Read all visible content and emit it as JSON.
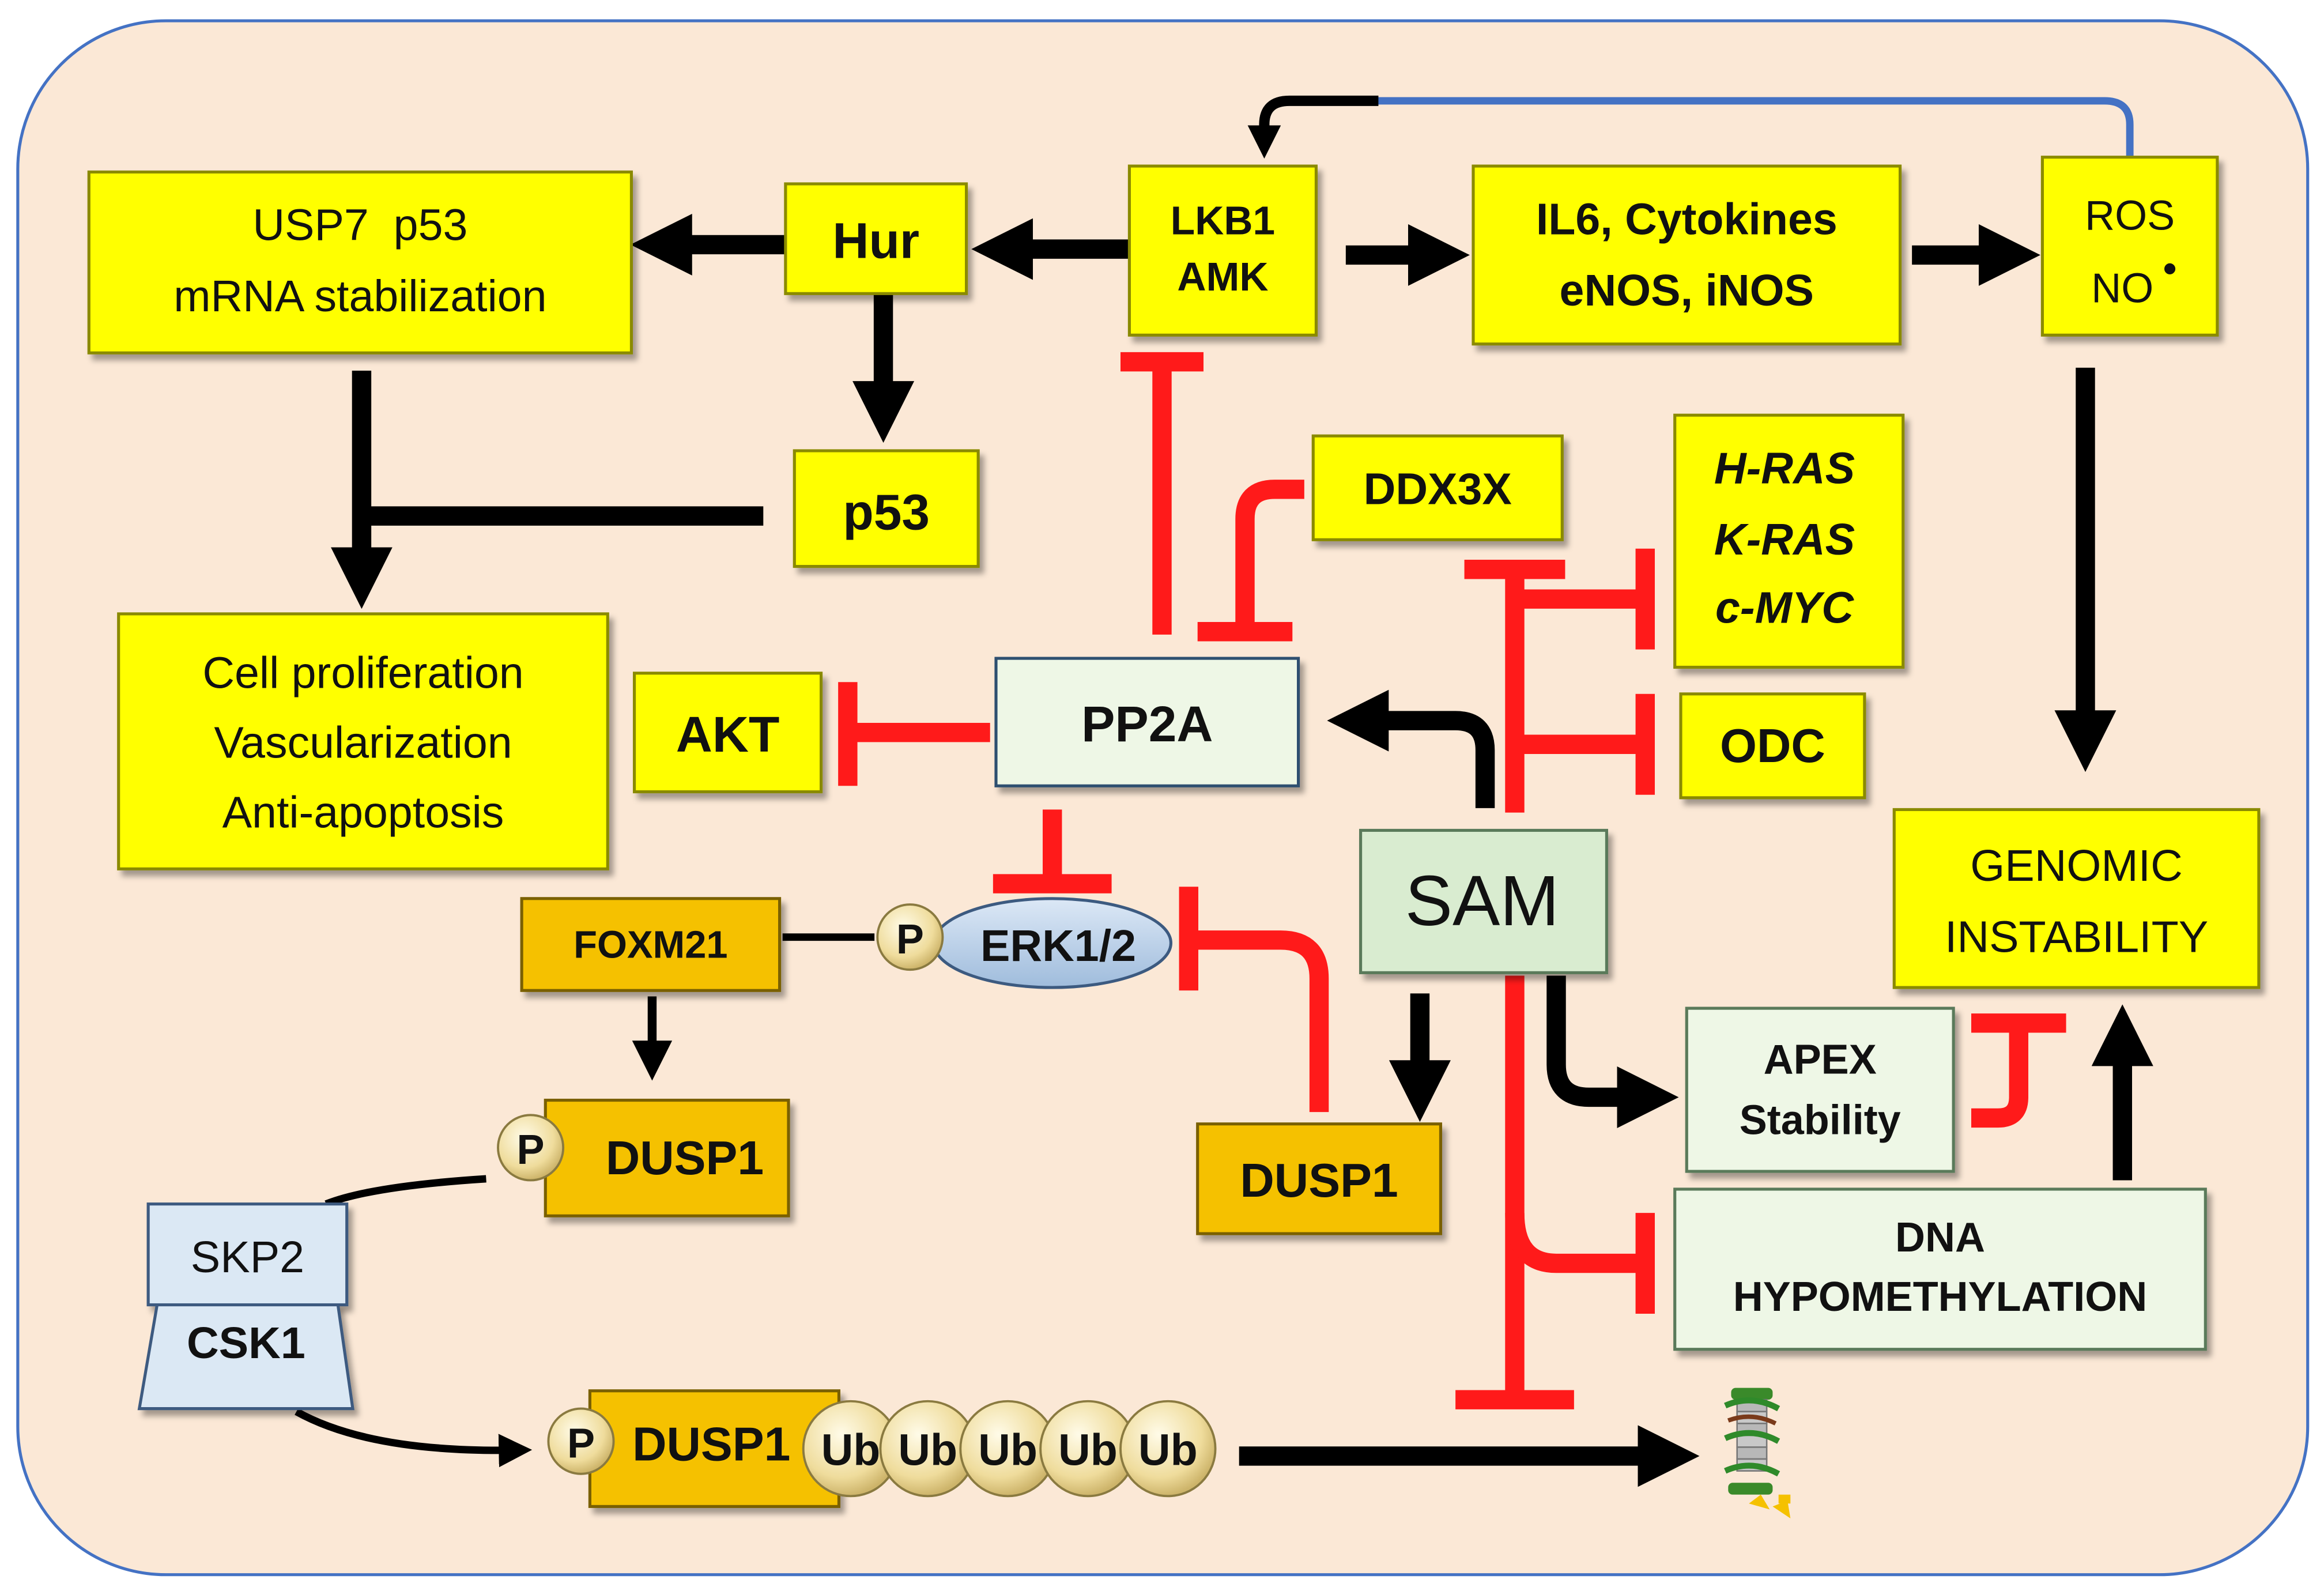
{
  "colors": {
    "panel_fill": "#fbe8d6",
    "panel_stroke": "#4472c4",
    "yellow_box": "#ffff00",
    "orange_box": "#f5c100",
    "green_box": "#e6f3dc",
    "blue_box": "#dbe8f4",
    "erk_ellipse": "#b9cfe6",
    "ball": "#f2e0a8",
    "activation": "#000000",
    "inhibition": "#ff1a1a",
    "feedback_line": "#4472c4"
  },
  "nodes": {
    "usp7": {
      "line1": "USP7  p53",
      "line2": "mRNA stabilization"
    },
    "hur": {
      "label": "Hur"
    },
    "lkb1": {
      "line1": "LKB1",
      "line2": "AMK"
    },
    "il6": {
      "line1": "IL6, Cytokines",
      "line2": "eNOS, iNOS"
    },
    "ros": {
      "line1": "ROS",
      "line2": "NO",
      "superscript": "•"
    },
    "p53": {
      "label": "p53"
    },
    "ddx3x": {
      "label": "DDX3X"
    },
    "ras": {
      "line1": "H-RAS",
      "line2": "K-RAS",
      "line3": "c-MYC"
    },
    "cell": {
      "line1": "Cell proliferation",
      "line2": "Vascularization",
      "line3": "Anti-apoptosis"
    },
    "akt": {
      "label": "AKT"
    },
    "pp2a": {
      "label": "PP2A"
    },
    "odc": {
      "label": "ODC"
    },
    "genomic": {
      "line1": "GENOMIC",
      "line2": "INSTABILITY"
    },
    "sam": {
      "label": "SAM"
    },
    "foxm21": {
      "label": "FOXM21"
    },
    "erk": {
      "label": "ERK1/2"
    },
    "apex": {
      "line1": "APEX",
      "line2": "Stability"
    },
    "dusp1_top": {
      "label": "DUSP1"
    },
    "dusp1_mid": {
      "label": "DUSP1"
    },
    "dna": {
      "line1": "DNA",
      "line2": "HYPOMETHYLATION"
    },
    "skp2": {
      "label": "SKP2"
    },
    "csk1": {
      "label": "CSK1"
    },
    "dusp1_bottom": {
      "label": "DUSP1"
    },
    "phospho": {
      "label": "P"
    },
    "ubiquitin": {
      "label": "Ub",
      "count": 5
    },
    "proteasome": {
      "icon": "proteasome-icon"
    }
  }
}
